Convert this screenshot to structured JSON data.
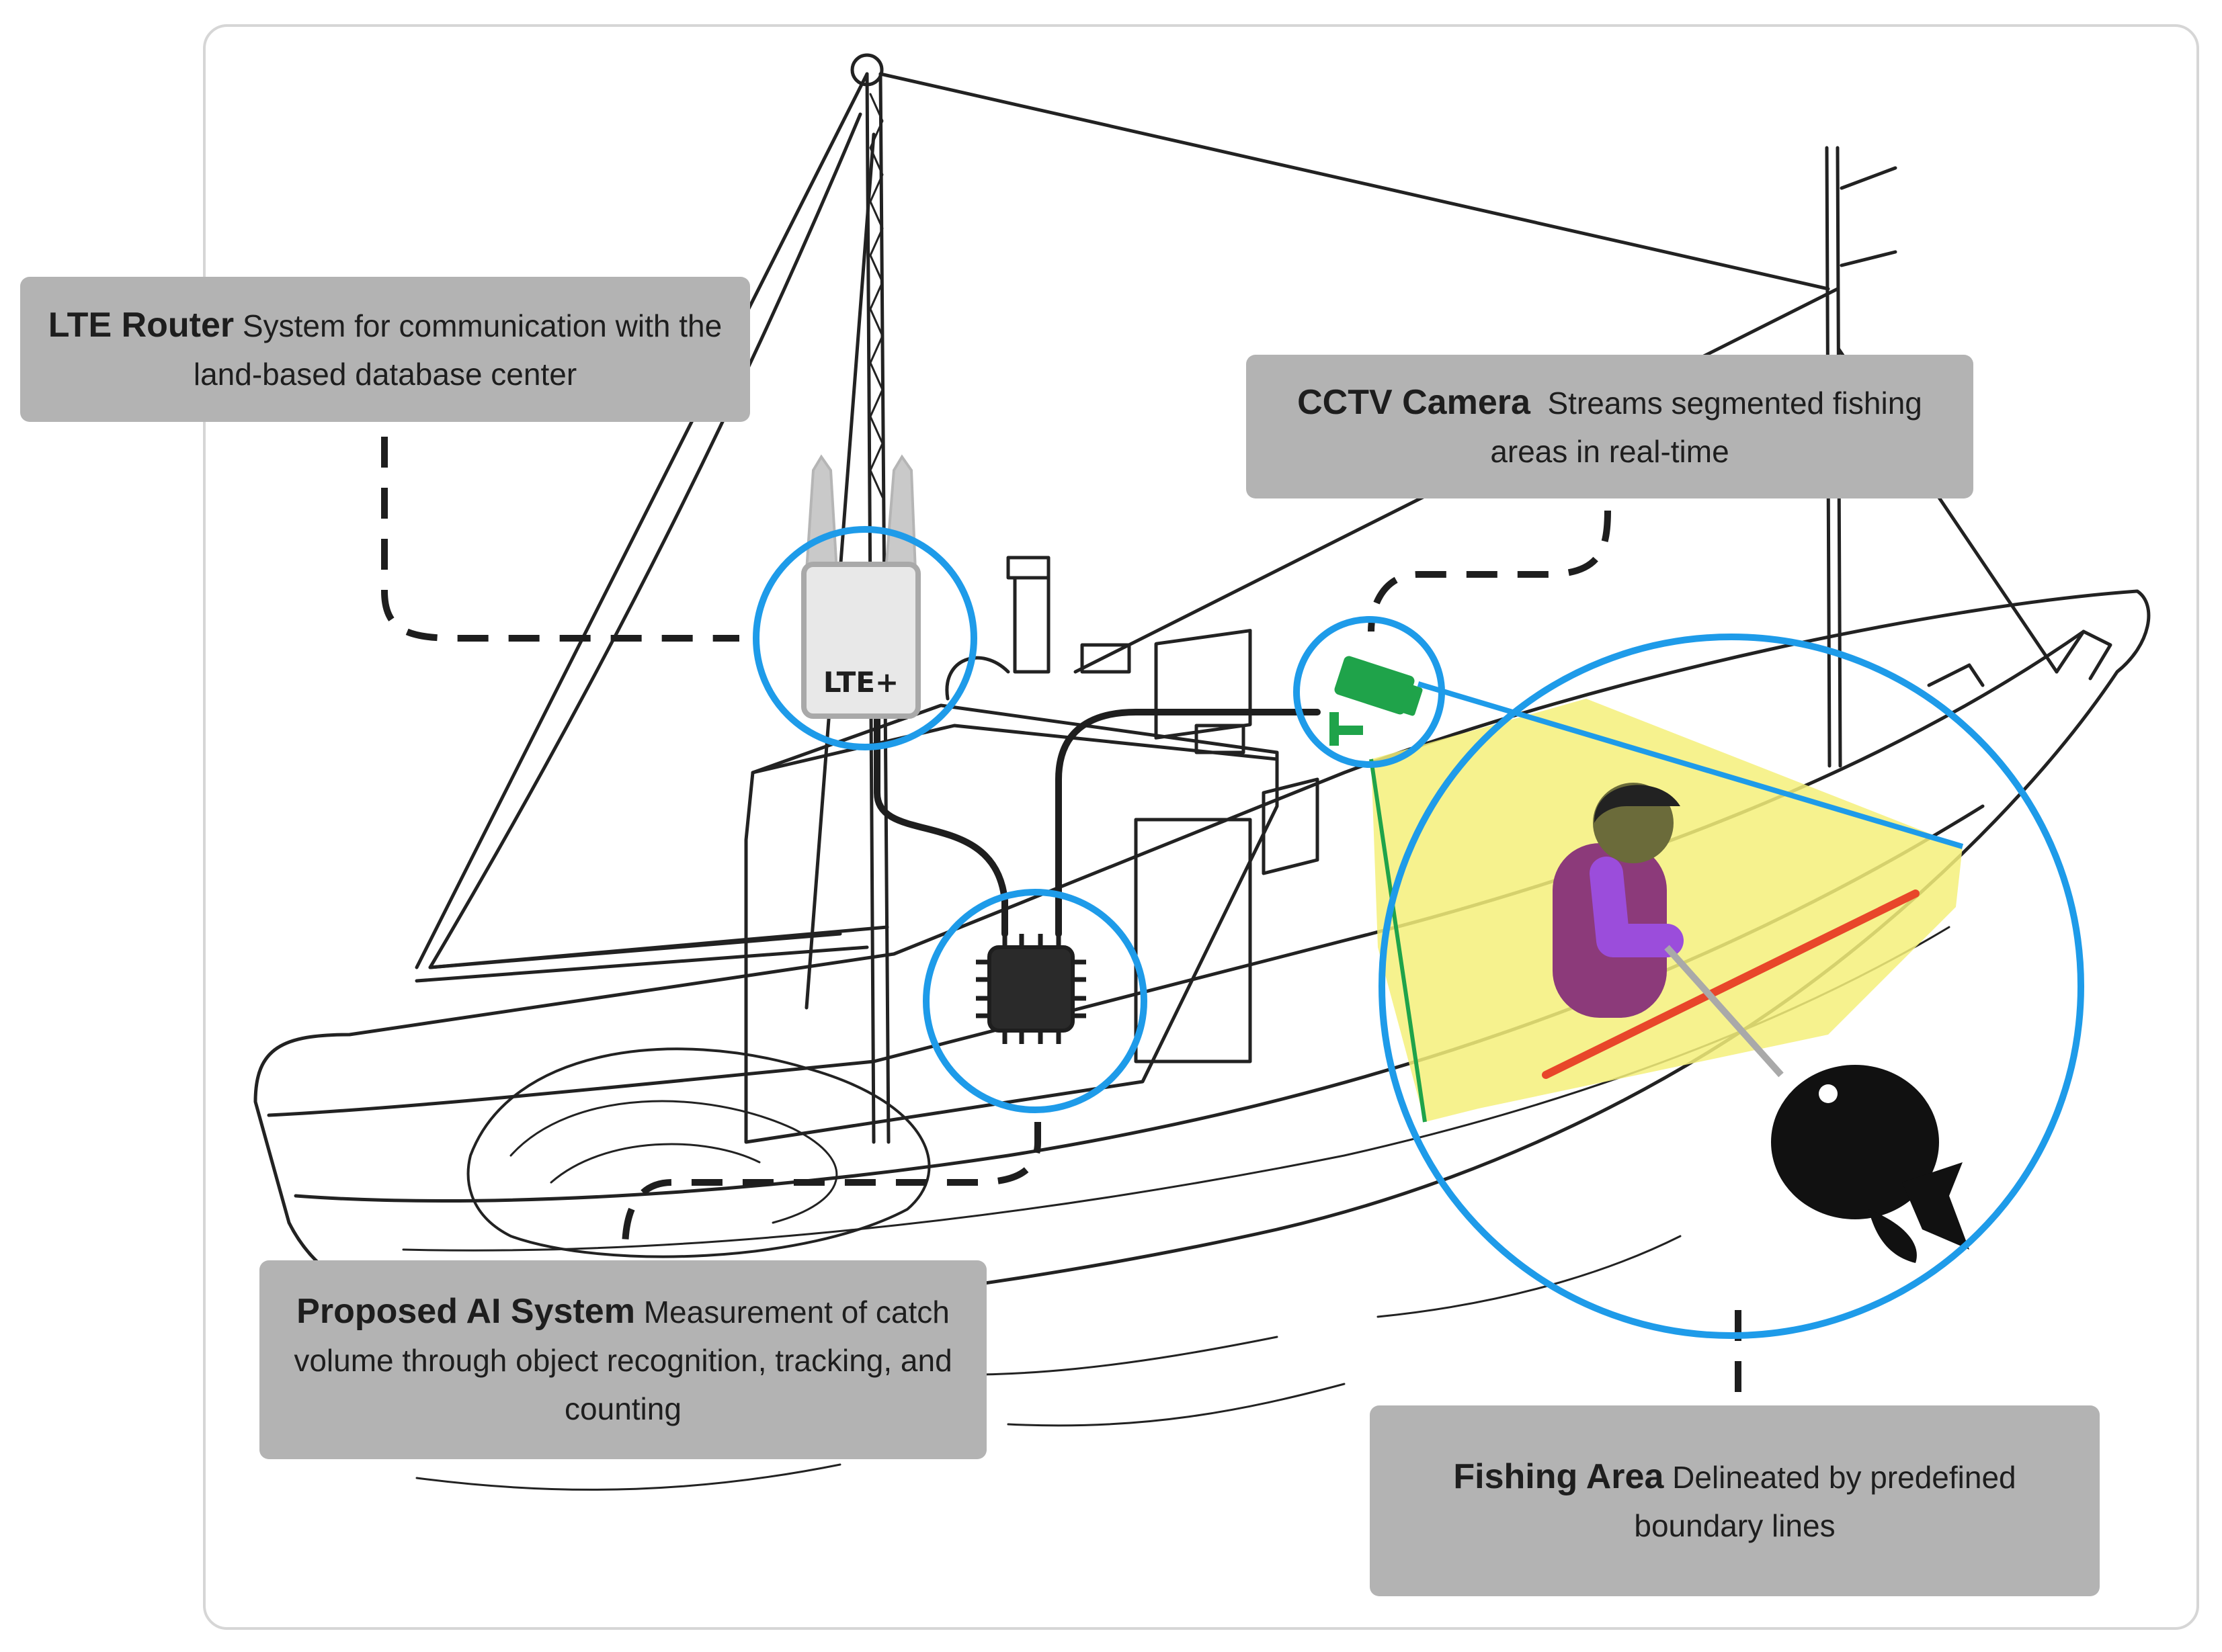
{
  "callouts": {
    "lte_router": {
      "title": "LTE Router",
      "text": "System for communication with the land-based database center"
    },
    "cctv_camera": {
      "title": "CCTV Camera",
      "text": "Streams segmented fishing areas in real-time"
    },
    "ai_system": {
      "title": "Proposed AI System",
      "text": "Measurement of catch volume through object recognition, tracking, and counting"
    },
    "fishing_area": {
      "title": "Fishing Area",
      "text": "Delineated by predefined boundary lines"
    }
  },
  "router_device": {
    "label": "LTE+"
  },
  "colors": {
    "callout_bg": "#b3b3b3",
    "highlight_ring": "#1e9be9",
    "camera": "#1fa34a",
    "fishing_zone": "#f5f07a",
    "boundary_line": "#e8462a",
    "person_body": "#8c3a7a",
    "person_arm": "#9b4ddb",
    "person_head": "#6b6b3a",
    "dashed_connector": "#1e1e1e"
  },
  "icons": [
    "lte-router-icon",
    "chip-icon",
    "cctv-camera-icon",
    "fisher-icon",
    "fish-icon"
  ]
}
